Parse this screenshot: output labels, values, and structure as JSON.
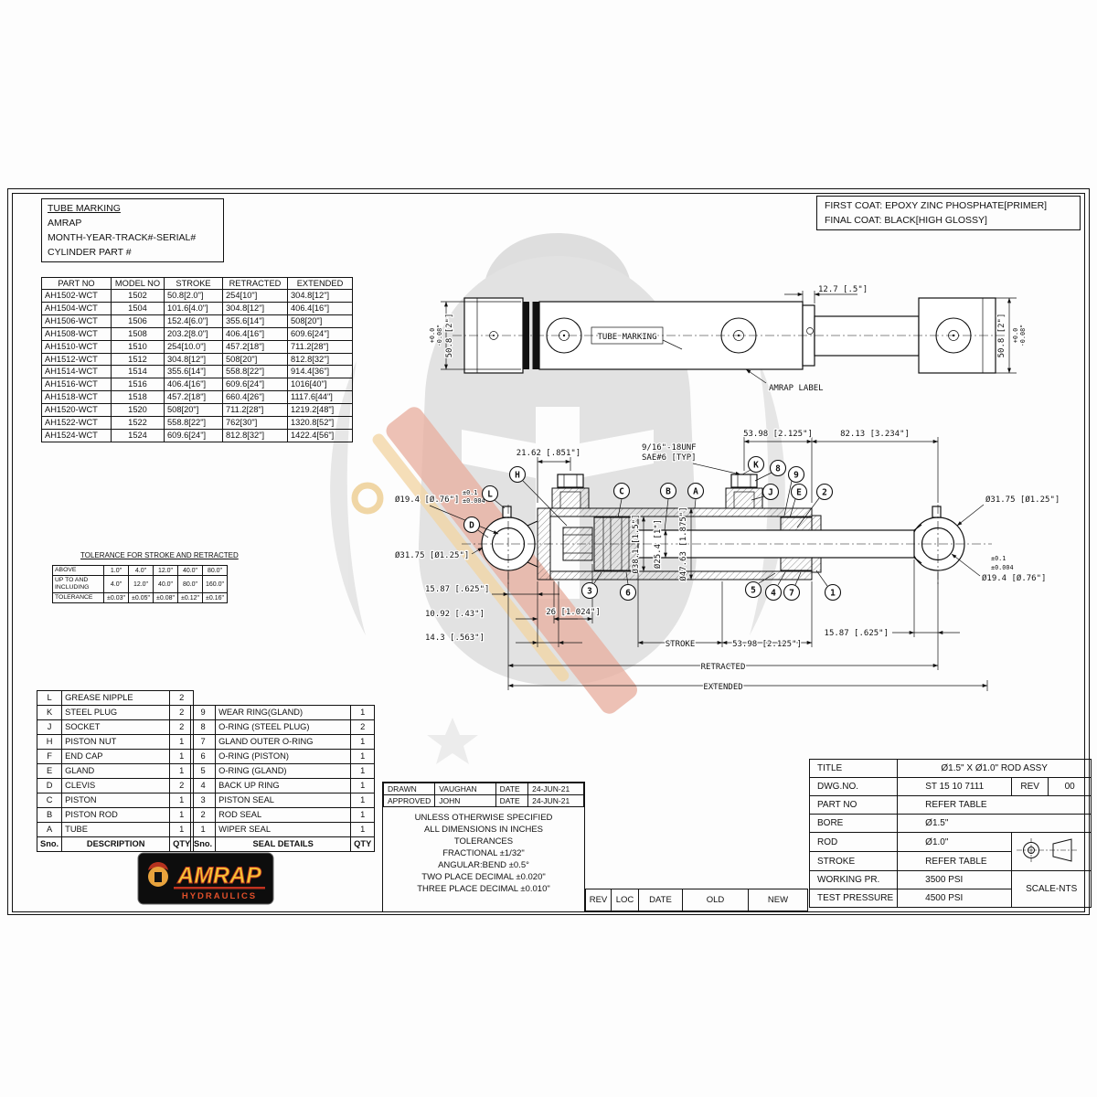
{
  "tube_marking_box": {
    "title": "TUBE MARKING",
    "line1": "AMRAP",
    "line2": "MONTH-YEAR-TRACK#-SERIAL#",
    "line3": "CYLINDER PART #"
  },
  "coat_box": {
    "line1": "FIRST COAT:  EPOXY ZINC PHOSPHATE[PRIMER]",
    "line2": "FINAL COAT:  BLACK[HIGH GLOSSY]"
  },
  "parts_table": {
    "headers": [
      "PART NO",
      "MODEL NO",
      "STROKE",
      "RETRACTED",
      "EXTENDED"
    ],
    "rows": [
      [
        "AH1502-WCT",
        "1502",
        "50.8[2.0\"]",
        "254[10\"]",
        "304.8[12\"]"
      ],
      [
        "AH1504-WCT",
        "1504",
        "101.6[4.0\"]",
        "304.8[12\"]",
        "406.4[16\"]"
      ],
      [
        "AH1506-WCT",
        "1506",
        "152.4[6.0\"]",
        "355.6[14\"]",
        "508[20\"]"
      ],
      [
        "AH1508-WCT",
        "1508",
        "203.2[8.0\"]",
        "406.4[16\"]",
        "609.6[24\"]"
      ],
      [
        "AH1510-WCT",
        "1510",
        "254[10.0\"]",
        "457.2[18\"]",
        "711.2[28\"]"
      ],
      [
        "AH1512-WCT",
        "1512",
        "304.8[12\"]",
        "508[20\"]",
        "812.8[32\"]"
      ],
      [
        "AH1514-WCT",
        "1514",
        "355.6[14\"]",
        "558.8[22\"]",
        "914.4[36\"]"
      ],
      [
        "AH1516-WCT",
        "1516",
        "406.4[16\"]",
        "609.6[24\"]",
        "1016[40\"]"
      ],
      [
        "AH1518-WCT",
        "1518",
        "457.2[18\"]",
        "660.4[26\"]",
        "1117.6[44\"]"
      ],
      [
        "AH1520-WCT",
        "1520",
        "508[20\"]",
        "711.2[28\"]",
        "1219.2[48\"]"
      ],
      [
        "AH1522-WCT",
        "1522",
        "558.8[22\"]",
        "762[30\"]",
        "1320.8[52\"]"
      ],
      [
        "AH1524-WCT",
        "1524",
        "609.6[24\"]",
        "812.8[32\"]",
        "1422.4[56\"]"
      ]
    ]
  },
  "tolerance_table": {
    "title": "TOLERANCE FOR STROKE AND RETRACTED",
    "row1_label": "ABOVE",
    "row1": [
      "1.0\"",
      "4.0\"",
      "12.0\"",
      "40.0\"",
      "80.0\""
    ],
    "row2_label": "UP TO AND INCLUDING",
    "row2": [
      "4.0\"",
      "12.0\"",
      "40.0\"",
      "80.0\"",
      "160.0\""
    ],
    "row3_label": "TOLERANCE",
    "row3": [
      "±0.03\"",
      "±0.05\"",
      "±0.08\"",
      "±0.12\"",
      "±0.16\""
    ]
  },
  "bom_left": {
    "rows": [
      [
        "L",
        "GREASE NIPPLE",
        "2"
      ],
      [
        "K",
        "STEEL PLUG",
        "2"
      ],
      [
        "J",
        "SOCKET",
        "2"
      ],
      [
        "H",
        "PISTON NUT",
        "1"
      ],
      [
        "F",
        "END CAP",
        "1"
      ],
      [
        "E",
        "GLAND",
        "1"
      ],
      [
        "D",
        "CLEVIS",
        "2"
      ],
      [
        "C",
        "PISTON",
        "1"
      ],
      [
        "B",
        "PISTON ROD",
        "1"
      ],
      [
        "A",
        "TUBE",
        "1"
      ]
    ],
    "footer": [
      "Sno.",
      "DESCRIPTION",
      "QTY"
    ]
  },
  "bom_right": {
    "rows": [
      [
        "9",
        "WEAR RING(GLAND)",
        "1"
      ],
      [
        "8",
        "O-RING (STEEL PLUG)",
        "2"
      ],
      [
        "7",
        "GLAND OUTER O-RING",
        "1"
      ],
      [
        "6",
        "O-RING (PISTON)",
        "1"
      ],
      [
        "5",
        "O-RING (GLAND)",
        "1"
      ],
      [
        "4",
        "BACK UP RING",
        "1"
      ],
      [
        "3",
        "PISTON SEAL",
        "1"
      ],
      [
        "2",
        "ROD SEAL",
        "1"
      ],
      [
        "1",
        "WIPER SEAL",
        "1"
      ]
    ],
    "footer": [
      "Sno.",
      "SEAL DETAILS",
      "QTY"
    ]
  },
  "logo": {
    "name": "AMRAP",
    "subtitle": "HYDRAULICS"
  },
  "approval": {
    "drawn_label": "DRAWN",
    "drawn_name": "VAUGHAN",
    "date_label": "DATE",
    "drawn_date": "24-JUN-21",
    "approved_label": "APPROVED",
    "approved_name": "JOHN",
    "approved_date": "24-JUN-21"
  },
  "notes": {
    "line1": "UNLESS OTHERWISE SPECIFIED",
    "line2": "ALL DIMENSIONS IN INCHES",
    "line3": "TOLERANCES",
    "line4": "FRACTIONAL ±1/32\"",
    "line5": "ANGULAR:BEND ±0.5°",
    "line6": "TWO PLACE DECIMAL ±0.020\"",
    "line7": "THREE PLACE DECIMAL ±0.010\""
  },
  "rev_row": {
    "rev": "REV",
    "loc": "LOC",
    "date": "DATE",
    "old": "OLD",
    "new": "NEW"
  },
  "title_block": {
    "title_label": "TITLE",
    "title_value": "Ø1.5\" X Ø1.0\" ROD ASSY",
    "dwg_label": "DWG.NO.",
    "dwg_value": "ST 15 10 7111",
    "rev_label": "REV",
    "rev_value": "00",
    "part_label": "PART NO",
    "part_value": "REFER TABLE",
    "bore_label": "BORE",
    "bore_value": "Ø1.5\"",
    "rod_label": "ROD",
    "rod_value": "Ø1.0\"",
    "stroke_label": "STROKE",
    "stroke_value": "REFER TABLE",
    "working_label": "WORKING PR.",
    "working_value": "3500 PSI",
    "test_label": "TEST PRESSURE",
    "test_value": "4500 PSI",
    "scale": "SCALE-NTS"
  },
  "side_view": {
    "dim_gland": "12.7 [.5\"]",
    "dim_od": "50.8 [2\"]",
    "tol_plus": "+0.0",
    "tol_minus": "-0.08\"",
    "tube_marking": "TUBE MARKING",
    "amrap_label": "AMRAP LABEL"
  },
  "section_view": {
    "dim_port_offset": "21.62 [.851\"]",
    "port_thread_line1": "9/16\"-18UNF",
    "port_thread_line2": "SAE#6 [TYP]",
    "dim_top_a": "53.98 [2.125\"]",
    "dim_top_b": "82.13 [3.234\"]",
    "dia_pin": "Ø19.4 [Ø.76\"]",
    "tol_mm": "±0.1",
    "tol_in": "±0.004",
    "dia_clevis": "Ø31.75 [Ø1.25\"]",
    "dia_bore": "Ø38.1 [1.5\"]",
    "dia_rod": "Ø25.4 [1\"]",
    "dia_tube": "Ø47.63 [1.875\"]",
    "dim_b1": "15.87 [.625\"]",
    "dim_b2": "10.92 [.43\"]",
    "dim_b3": "26 [1.024\"]",
    "dim_b4": "14.3 [.563\"]",
    "stroke_label": "STROKE",
    "dim_b5": "53.98 [2.125\"]",
    "dim_b6": "15.87 [.625\"]",
    "retracted_label": "RETRACTED",
    "extended_label": "EXTENDED",
    "balloons": {
      "D": "D",
      "L": "L",
      "H": "H",
      "C": "C",
      "B": "B",
      "A": "A",
      "K": "K",
      "J": "J",
      "E": "E",
      "1": "1",
      "2": "2",
      "3": "3",
      "4": "4",
      "5": "5",
      "6": "6",
      "7": "7",
      "8": "8",
      "9": "9"
    }
  }
}
